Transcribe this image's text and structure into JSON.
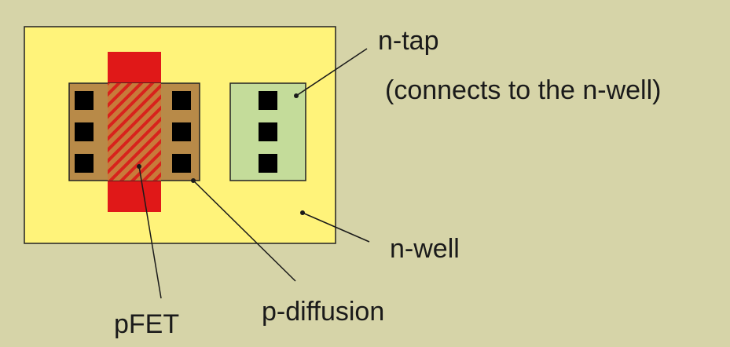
{
  "labels": {
    "ntap": "n-tap",
    "ntap_note": "(connects to the n-well)",
    "nwell": "n-well",
    "pfet": "pFET",
    "pdiff": "p-diffusion"
  },
  "colors": {
    "background": "#d6d4a8",
    "nwell": "#fff37a",
    "poly": "#e01818",
    "pdiffusion": "#b88a48",
    "ntap": "#c4dc9a",
    "contact": "#000000",
    "text": "#1a1a1a"
  }
}
